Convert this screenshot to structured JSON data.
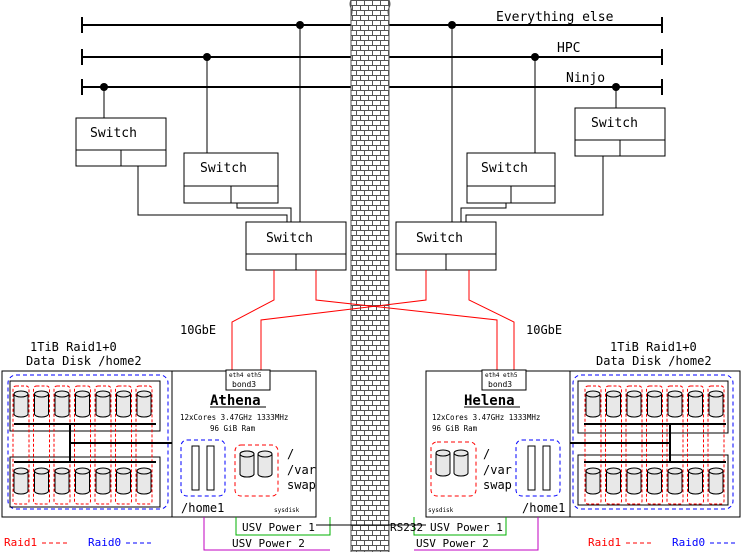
{
  "networks": {
    "everything_else": "Everything else",
    "hpc": "HPC",
    "ninjo": "Ninjo"
  },
  "switches": {
    "s1": "Switch",
    "s2": "Switch",
    "s3": "Switch",
    "s4": "Switch",
    "s5": "Switch",
    "s6": "Switch"
  },
  "links": {
    "left_10gbe": "10GbE",
    "right_10gbe": "10GbE",
    "rs232": "RS232"
  },
  "storage": {
    "left_size": "1TiB Raid1+0",
    "left_mount": "Data Disk /home2",
    "right_size": "1TiB Raid1+0",
    "right_mount": "Data Disk /home2"
  },
  "servers": {
    "athena": {
      "ports": "eth4  eth5",
      "bond": "bond3",
      "name": "Athena",
      "cpu": "12xCores 3.47GHz 1333MHz",
      "ram": "96 GiB Ram",
      "vol1": "/",
      "vol2": "/var",
      "vol3": "swap",
      "home": "/home1",
      "sysdisk": "sysdisk"
    },
    "helena": {
      "ports": "eth4  eth5",
      "bond": "bond3",
      "name": "Helena",
      "cpu": "12xCores 3.47GHz 1333MHz",
      "ram": "96 GiB Ram",
      "vol1": "/",
      "vol2": "/var",
      "vol3": "swap",
      "home": "/home1",
      "sysdisk": "sysdisk"
    }
  },
  "power": {
    "usv1_left": "USV Power 1",
    "usv2_left": "USV Power 2",
    "usv1_right": "USV Power 1",
    "usv2_right": "USV Power 2"
  },
  "legend": {
    "raid1_left": "Raid1",
    "raid0_left": "Raid0",
    "raid1_right": "Raid1",
    "raid0_right": "Raid0"
  },
  "colors": {
    "raid1": "#ff0000",
    "raid0": "#0000ff",
    "usv1": "#00b000",
    "usv2": "#c000c0",
    "link": "#ff0000",
    "disk": "#e8e8e8"
  }
}
